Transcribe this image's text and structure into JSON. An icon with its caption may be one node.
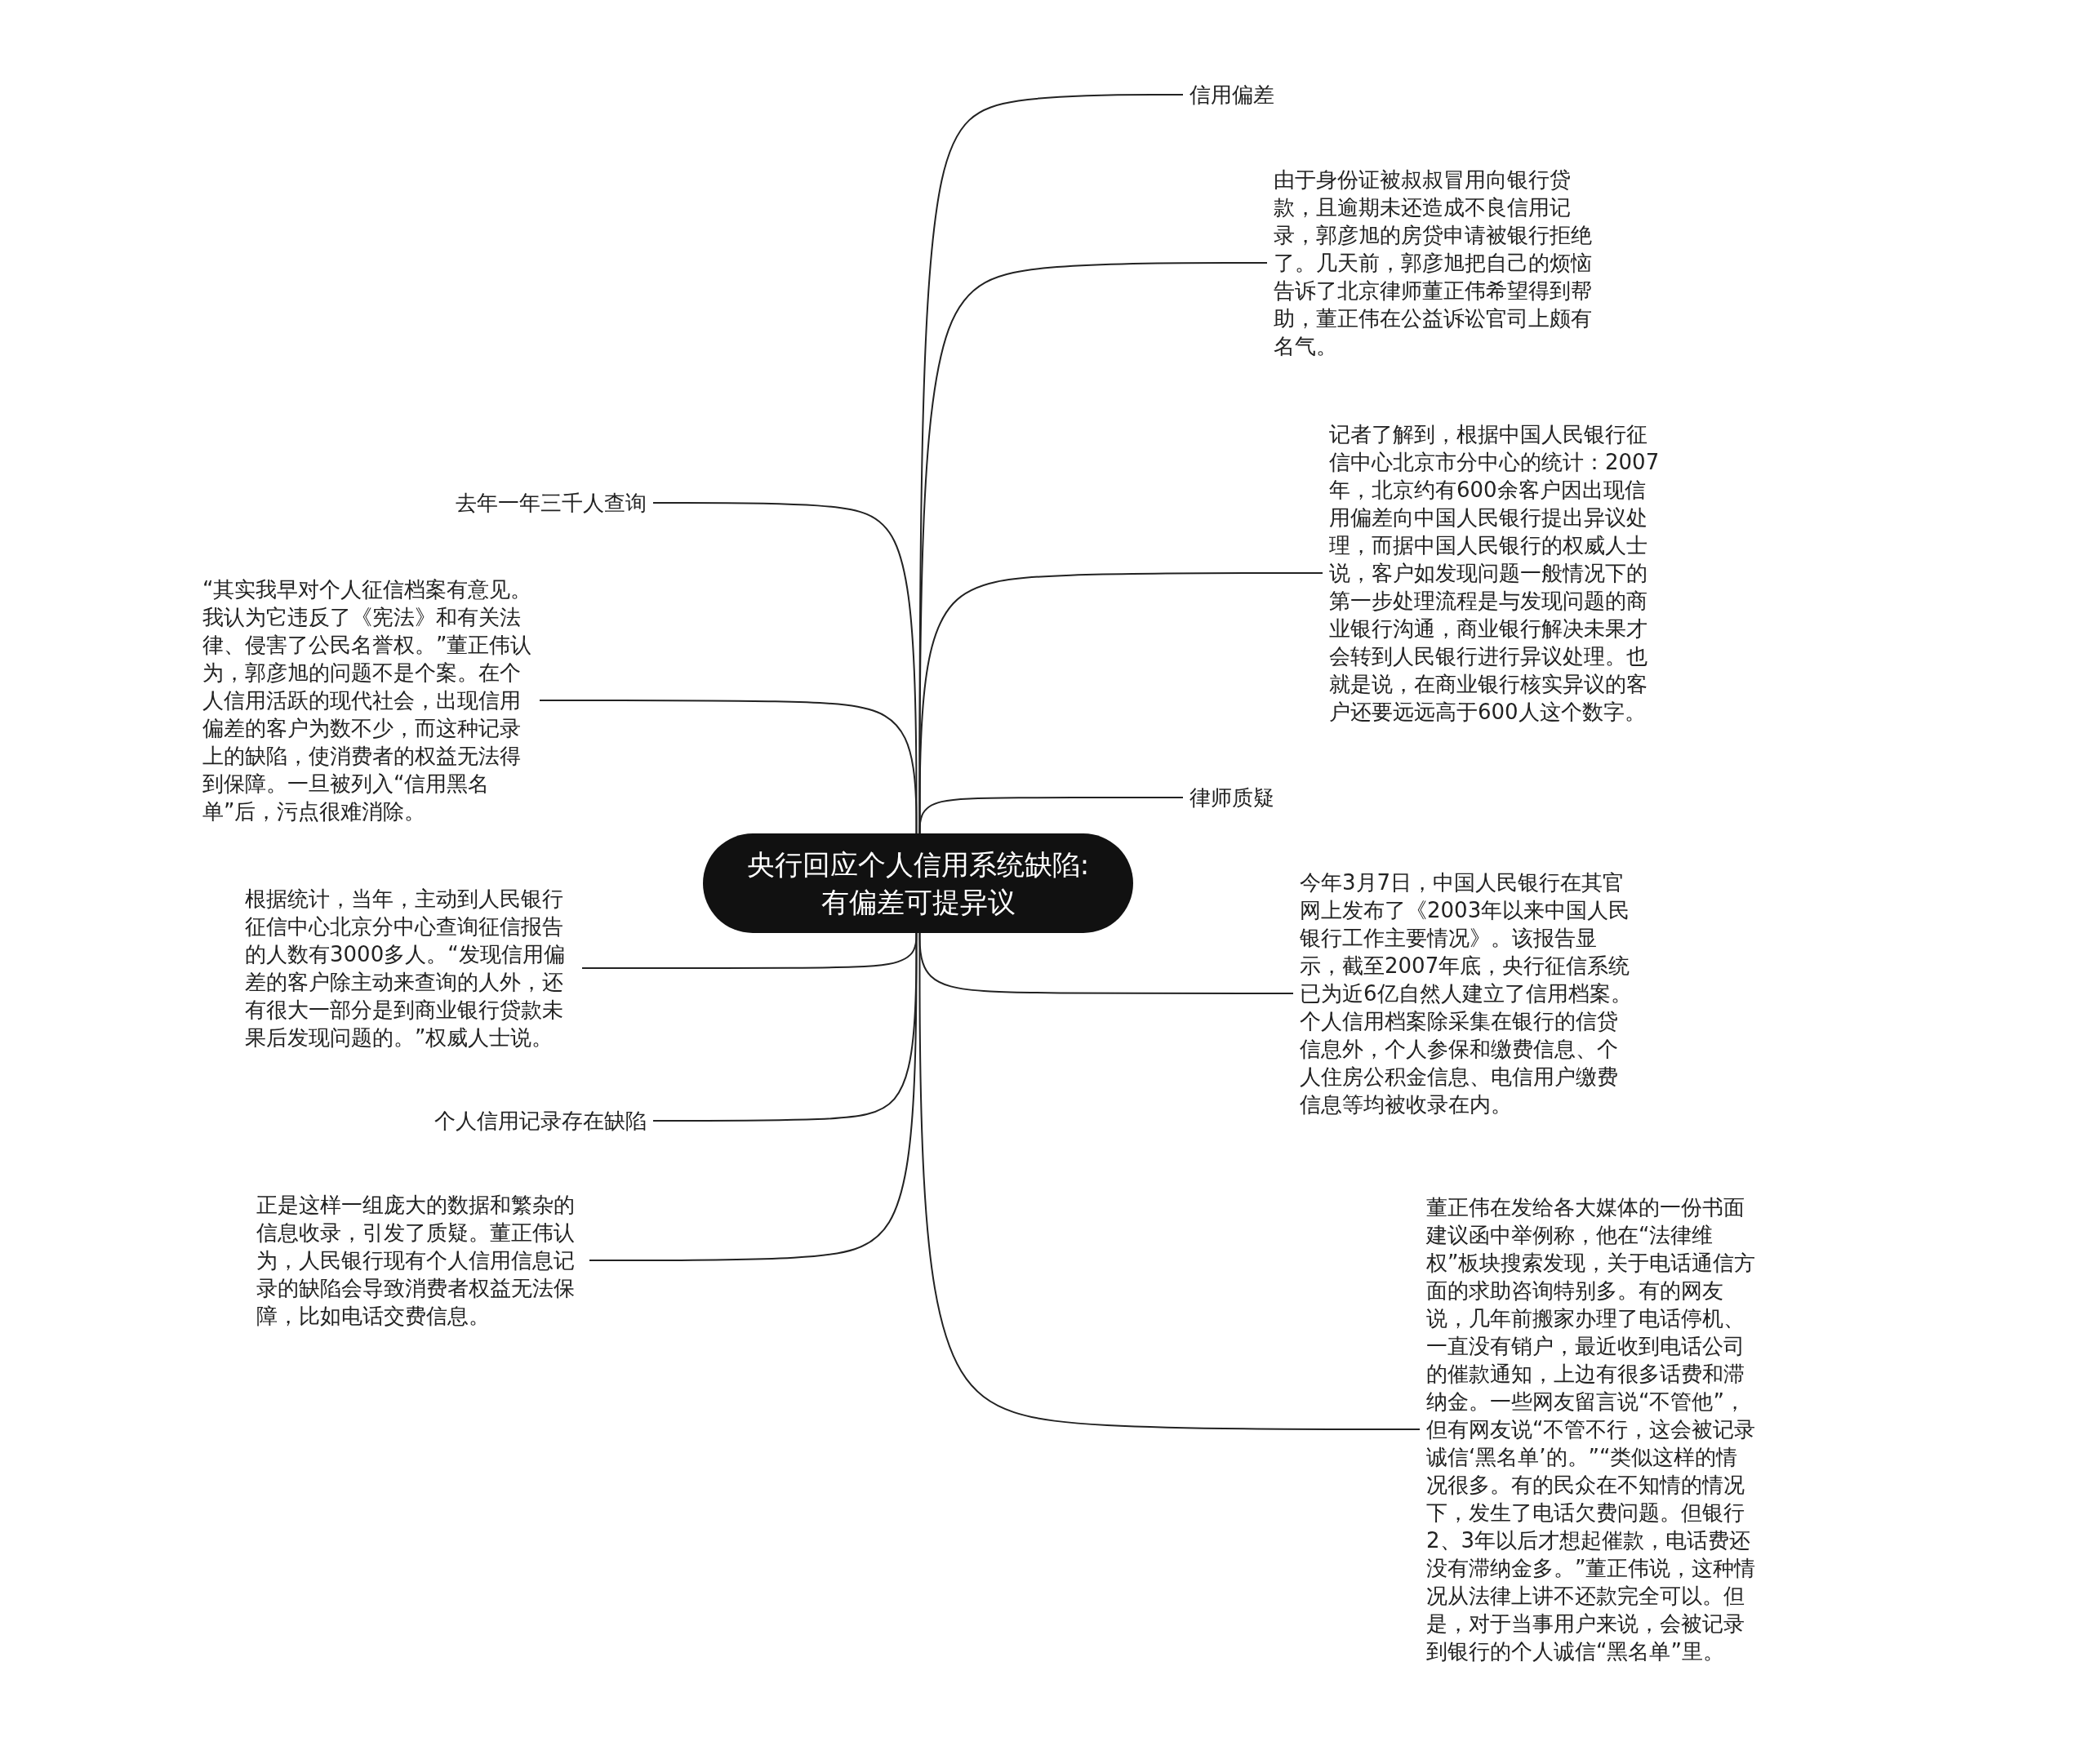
{
  "diagram": {
    "nodes": [
      {
        "text": [
          "央行回应个人信用系统缺陷:有偏差可提异议"
        ]
      },
      {
        "text": [
          "信用偏差"
        ]
      },
      {
        "text": [
          "由于身份证被叔叔冒用向银行贷款，且逾期未还造成不良信用记录，郭彦旭的房贷申请被银行拒绝了。几天前，郭彦旭把自己的烦恼告诉了北京律师董正伟希望得到帮助，董正伟在公益诉讼官司上颇有名气。"
        ]
      },
      {
        "text": [
          "记者了解到，根据中国人民银行征信中心北京市分中心的统计：2007年，北京约有600余客户因出现信用偏差向中国人民银行提出异议处理，而据中国人民银行的权威人士说，客户如发现问题一般情况下的第一步处理流程是与发现问题的商业银行沟通，商业银行解决未果才会转到人民银行进行异议处理。也就是说，在商业银行核实异议的客户还要远远高于600人这个数字。"
        ]
      },
      {
        "text": [
          "律师质疑"
        ]
      },
      {
        "text": [
          "今年3月7日，中国人民银行在其官网上发布了《2003年以来中国人民银行工作主要情况》。该报告显示，截至2007年底，央行征信系统已为近6亿自然人建立了信用档案。个人信用档案除采集在银行的信贷信息外，个人参保和缴费信息、个人住房公积金信息、电信用户缴费信息等均被收录在内。"
        ]
      },
      {
        "text": [
          "董正伟在发给各大媒体的一份书面建议函中举例称，他在“法律维权”板块搜索发现，关于电话通信方面的求助咨询特别多。有的网友说，几年前搬家办理了电话停机、一直没有销户，最近收到电话公司的催款通知，上边有很多话费和滞纳金。一些网友留言说“不管他”，但有网友说“不管不行，这会被记录诚信‘黑名单’的。”“类似这样的情况很多。有的民众在不知情的情况下，发生了电话欠费问题。但银行2、3年以后才想起催款，电话费还没有滞纳金多。”董正伟说，这种情况从法律上讲不还款完全可以。但是，对于当事用户来说，会被记录到银行的个人诚信“黑名单”里。"
        ]
      },
      {
        "text": [
          "去年一年三千人查询"
        ]
      },
      {
        "text": [
          "“其实我早对个人征信档案有意见。我认为它违反了《宪法》和有关法律、侵害了公民名誉权。”董正伟认为，郭彦旭的问题不是个案。在个人信用活跃的现代社会，出现信用偏差的客户为数不少，而这种记录上的缺陷，使消费者的权益无法得到保障。一旦被列入“信用黑名单”后，污点很难消除。"
        ]
      },
      {
        "text": [
          "根据统计，当年，主动到人民银行征信中心北京分中心查询征信报告的人数有3000多人。“发现信用偏差的客户除主动来查询的人外，还有很大一部分是到商业银行贷款未果后发现问题的。”权威人士说。"
        ]
      },
      {
        "text": [
          "个人信用记录存在缺陷"
        ]
      },
      {
        "text": [
          "正是这样一组庞大的数据和繁杂的信息收录，引发了质疑。董正伟认为，人民银行现有个人信用信息记录的缺陷会导致消费者权益无法保障，比如电话交费信息。"
        ]
      }
    ],
    "edges": [
      {
        "from": 0,
        "to": 1,
        "arrow": "none"
      },
      {
        "from": 0,
        "to": 2,
        "arrow": "none"
      },
      {
        "from": 0,
        "to": 3,
        "arrow": "none"
      },
      {
        "from": 0,
        "to": 4,
        "arrow": "none"
      },
      {
        "from": 0,
        "to": 5,
        "arrow": "none"
      },
      {
        "from": 0,
        "to": 6,
        "arrow": "none"
      },
      {
        "from": 0,
        "to": 7,
        "arrow": "none"
      },
      {
        "from": 0,
        "to": 8,
        "arrow": "none"
      },
      {
        "from": 0,
        "to": 9,
        "arrow": "none"
      },
      {
        "from": 0,
        "to": 10,
        "arrow": "none"
      },
      {
        "from": 0,
        "to": 11,
        "arrow": "none"
      }
    ]
  }
}
